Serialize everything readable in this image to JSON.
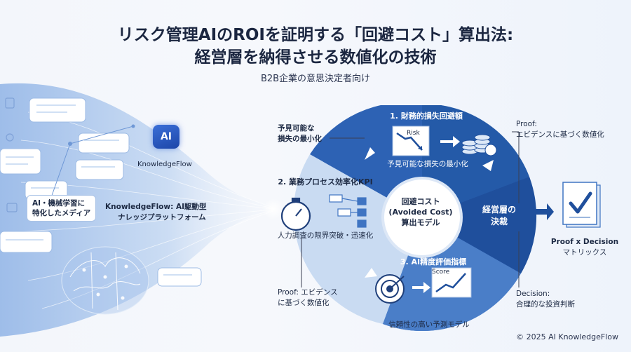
{
  "title_line1": "リスク管理AIのROIを証明する「回避コスト」算出法:",
  "title_line2": "経営層を納得させる数値化の技術",
  "subtitle": "B2B企業の意思決定者向け",
  "left": {
    "ai_badge": "AI",
    "brand": "KnowledgeFlow",
    "callout_media": "AI・機械学習に\n特化したメディア",
    "platform_line1": "KnowledgeFlow: AI駆動型",
    "platform_line2": "ナレッジプラットフォーム"
  },
  "wheel": {
    "center_line1": "回避コスト",
    "center_line2": "(Avoided Cost)",
    "center_line3": "算出モデル",
    "seg1_title": "1. 財務的損失回避額",
    "seg1_risk_tag": "Risk",
    "seg1_caption": "予見可能な損失の最小化",
    "seg2_title": "2. 業務プロセス効率化KPI",
    "seg2_caption": "人力調査の限界突破・迅速化",
    "seg3_title": "3. AI精度評価指標",
    "seg3_score_tag": "Score",
    "seg3_caption": "信頼性の高い予測モデル",
    "seg4_line1": "経営層の",
    "seg4_line2": "決裁"
  },
  "annotations": {
    "top_left_line1": "予見可能な",
    "top_left_line2": "損失の最小化",
    "bottom_left_line1": "Proof: エビデンス",
    "bottom_left_line2": "に基づく数値化",
    "top_right_line1": "Proof:",
    "top_right_line2": "エビデンスに基づく数値化",
    "bottom_right_line1": "Decision:",
    "bottom_right_line2": "合理的な投資判断"
  },
  "result": {
    "line1": "Proof x Decision",
    "line2": "マトリックス"
  },
  "copyright": "© 2025 AI KnowledgeFlow",
  "colors": {
    "wheel_dark": "#1f4f9c",
    "wheel_mid": "#3f74c2",
    "wheel_light": "#6e9ad6",
    "accent": "#2f66c6",
    "title": "#1b2640"
  }
}
